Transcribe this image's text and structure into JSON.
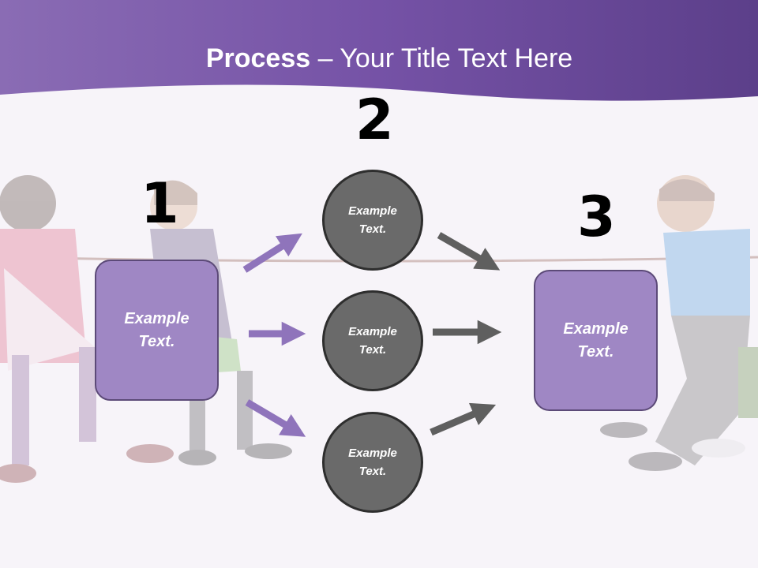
{
  "title": {
    "bold": "Process",
    "rest": " – Your Title Text Here"
  },
  "steps": {
    "one": "1",
    "two": "2",
    "three": "3"
  },
  "left_box": {
    "line1": "Example",
    "line2": "Text."
  },
  "circles": [
    {
      "line1": "Example",
      "line2": "Text."
    },
    {
      "line1": "Example",
      "line2": "Text."
    },
    {
      "line1": "Example",
      "line2": "Text."
    }
  ],
  "right_box": {
    "line1": "Example",
    "line2": "Text."
  },
  "colors": {
    "header": "#7a5aa6",
    "box_fill": "#9f87c4",
    "circle_fill": "#6a6a6a",
    "arrow_purple": "#8f74bb",
    "arrow_gray": "#5f5f5f"
  }
}
